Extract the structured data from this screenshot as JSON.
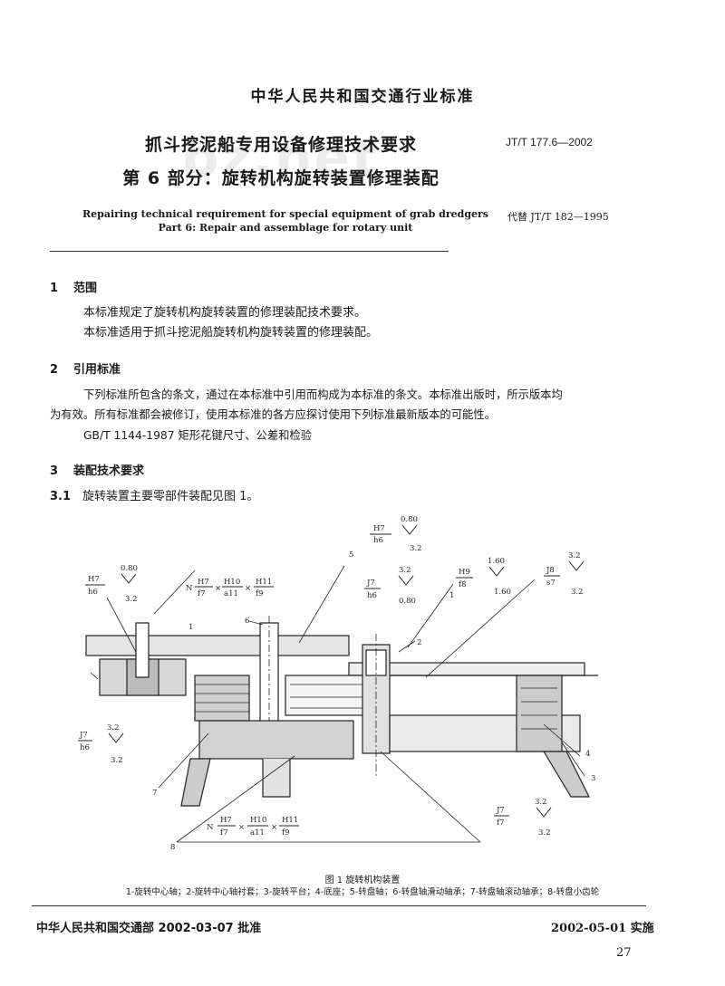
{
  "header": {
    "org": "中华人民共和国交通行业标准",
    "title_line1": "抓斗挖泥船专用设备修理技术要求",
    "title_line2": "第 6 部分：旋转机构旋转装置修理装配",
    "standard_no": "JT/T 177.6—2002",
    "en_title_line1": "Repairing technical requirement for special equipment of grab dredgers",
    "en_title_line2": "Part 6: Repair and assemblage for rotary unit",
    "replaces": "代替 JT/T 182—1995",
    "watermark": "bz.net"
  },
  "sections": {
    "s1": {
      "num": "1",
      "title": "范围",
      "p1": "本标准规定了旋转机构旋转装置的修理装配技术要求。",
      "p2": "本标准适用于抓斗挖泥船旋转机构旋转装置的修理装配。"
    },
    "s2": {
      "num": "2",
      "title": "引用标准",
      "p1": "下列标准所包含的条文，通过在本标准中引用而构成为本标准的条文。本标准出版时，所示版本均",
      "p2": "为有效。所有标准都会被修订，使用本标准的各方应探讨使用下列标准最新版本的可能性。",
      "p3": "GB/T 1144-1987  矩形花键尺寸、公差和检验"
    },
    "s3": {
      "num": "3",
      "title": "装配技术要求",
      "sub_num": "3.1",
      "sub_text": "旋转装置主要零部件装配见图 1。"
    }
  },
  "figure": {
    "fits": {
      "top_fit_num": "H7",
      "top_fit_den": "h6",
      "top_rough_a": "0.80",
      "top_rough_b": "3.2",
      "left_fit_num": "H7",
      "left_fit_den": "h6",
      "left_rough_a": "0.80",
      "left_rough_b": "3.2",
      "spline_N": "N",
      "spline_1_num": "H7",
      "spline_1_den": "f7",
      "spline_2_num": "H10",
      "spline_2_den": "a11",
      "spline_3_num": "H11",
      "spline_3_den": "f9",
      "mid_fit_num": "J7",
      "mid_fit_den": "h6",
      "mid_rough_a": "3.2",
      "mid_rough_b": "0.80",
      "h9_num": "H9",
      "h9_den": "f8",
      "r160_a": "1.60",
      "r160_b": "1.60",
      "j8_num": "J8",
      "j8_den": "s7",
      "r32_a": "3.2",
      "r32_b": "3.2",
      "lower_fit_num": "J7",
      "lower_fit_den": "h6",
      "lower_rough_a": "3.2",
      "lower_rough_b": "3.2",
      "bottom_fit_num": "J7",
      "bottom_fit_den": "f7",
      "bottom_rough_a": "3.2",
      "bottom_rough_b": "3.2",
      "bot_spline_N": "N",
      "bot_spline_1_num": "H7",
      "bot_spline_1_den": "f7",
      "bot_spline_2_num": "H10",
      "bot_spline_2_den": "a11",
      "bot_spline_3_num": "H11",
      "bot_spline_3_den": "f9"
    },
    "callouts": [
      "1",
      "2",
      "3",
      "4",
      "5",
      "6",
      "7",
      "8",
      "1"
    ],
    "caption_title": "图 1  旋转机构装置",
    "caption_parts": "1-旋转中心轴；2-旋转中心轴衬套；3-旋转平台；4-底座；5-转盘轴；6-转盘轴滑动轴承；7-转盘轴滚动轴承；8-转盘小齿轮"
  },
  "footer": {
    "approved": "中华人民共和国交通部 2002-03-07 批准",
    "implemented": "2002-05-01 实施",
    "page": "27"
  }
}
